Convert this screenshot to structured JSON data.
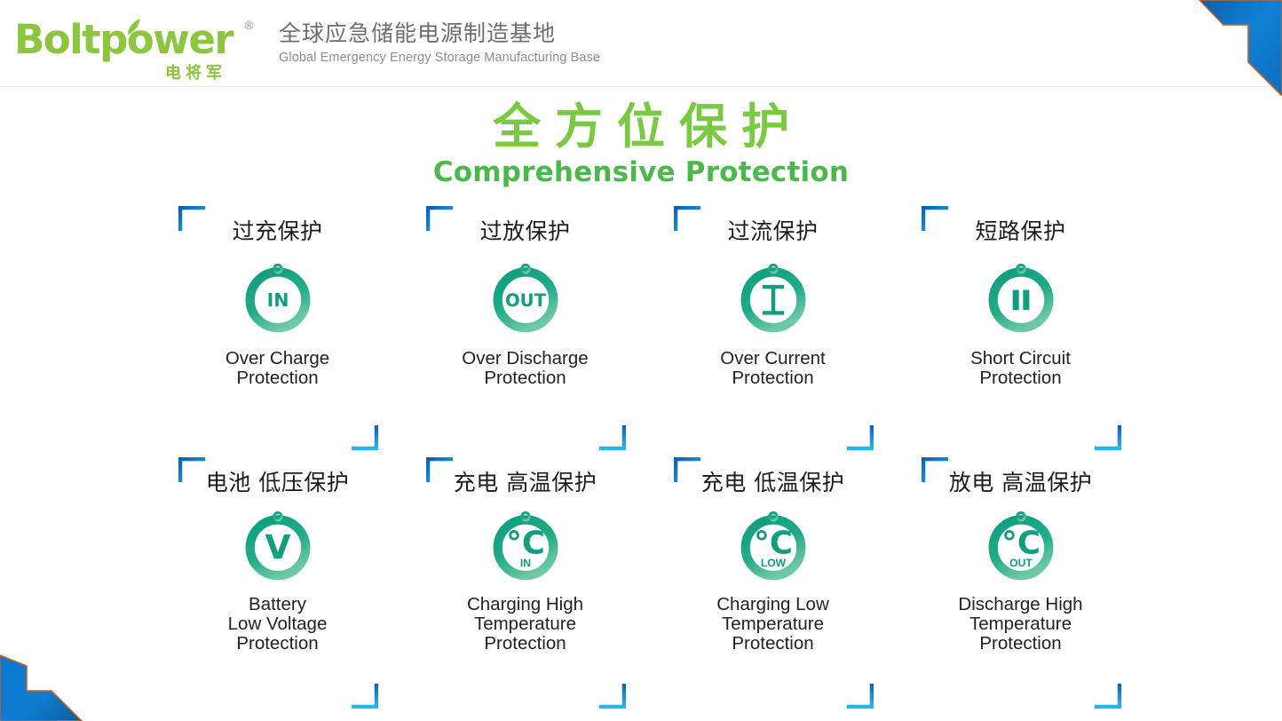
{
  "header": {
    "logo": {
      "wordmark": "Boltpower",
      "registered": "®",
      "chinese_mark": "电将军",
      "leaf_icon": "leaf-icon"
    },
    "tagline_cn": "全球应急储能电源制造基地",
    "tagline_en": "Global Emergency Energy Storage Manufacturing Base"
  },
  "title": {
    "cn": "全方位保护",
    "en": "Comprehensive Protection"
  },
  "colors": {
    "brand_green": "#8cc63e",
    "title_green": "#7ac943",
    "title_en_green": "#4cb84c",
    "ring_dark": "#0f9e80",
    "ring_light": "#6ec9a4",
    "bracket_dark": "#0b5fbd",
    "bracket_light": "#29b6e8",
    "corner_blue": "#0b72c9",
    "corner_outline": "#c0622a"
  },
  "cards": [
    {
      "cn": "过充保护",
      "en": "Over Charge\nProtection",
      "icon": "ring-in-icon",
      "icon_label": "IN",
      "icon_sub": ""
    },
    {
      "cn": "过放保护",
      "en": "Over Discharge\nProtection",
      "icon": "ring-out-icon",
      "icon_label": "OUT",
      "icon_sub": ""
    },
    {
      "cn": "过流保护",
      "en": "Over Current\nProtection",
      "icon": "ring-current-icon",
      "icon_label": "I",
      "icon_sub": ""
    },
    {
      "cn": "短路保护",
      "en": "Short Circuit\nProtection",
      "icon": "ring-pause-icon",
      "icon_label": "",
      "icon_sub": ""
    },
    {
      "cn": "电池\n低压保护",
      "en": "Battery\nLow Voltage\nProtection",
      "icon": "ring-voltage-icon",
      "icon_label": "V",
      "icon_sub": ""
    },
    {
      "cn": "充电\n高温保护",
      "en": "Charging High\nTemperature\nProtection",
      "icon": "ring-celsius-in-icon",
      "icon_label": "°C",
      "icon_sub": "IN"
    },
    {
      "cn": "充电\n低温保护",
      "en": "Charging Low\nTemperature\nProtection",
      "icon": "ring-celsius-low-icon",
      "icon_label": "°C",
      "icon_sub": "LOW"
    },
    {
      "cn": "放电\n高温保护",
      "en": "Discharge High\nTemperature\nProtection",
      "icon": "ring-celsius-out-icon",
      "icon_label": "°C",
      "icon_sub": "OUT"
    }
  ]
}
